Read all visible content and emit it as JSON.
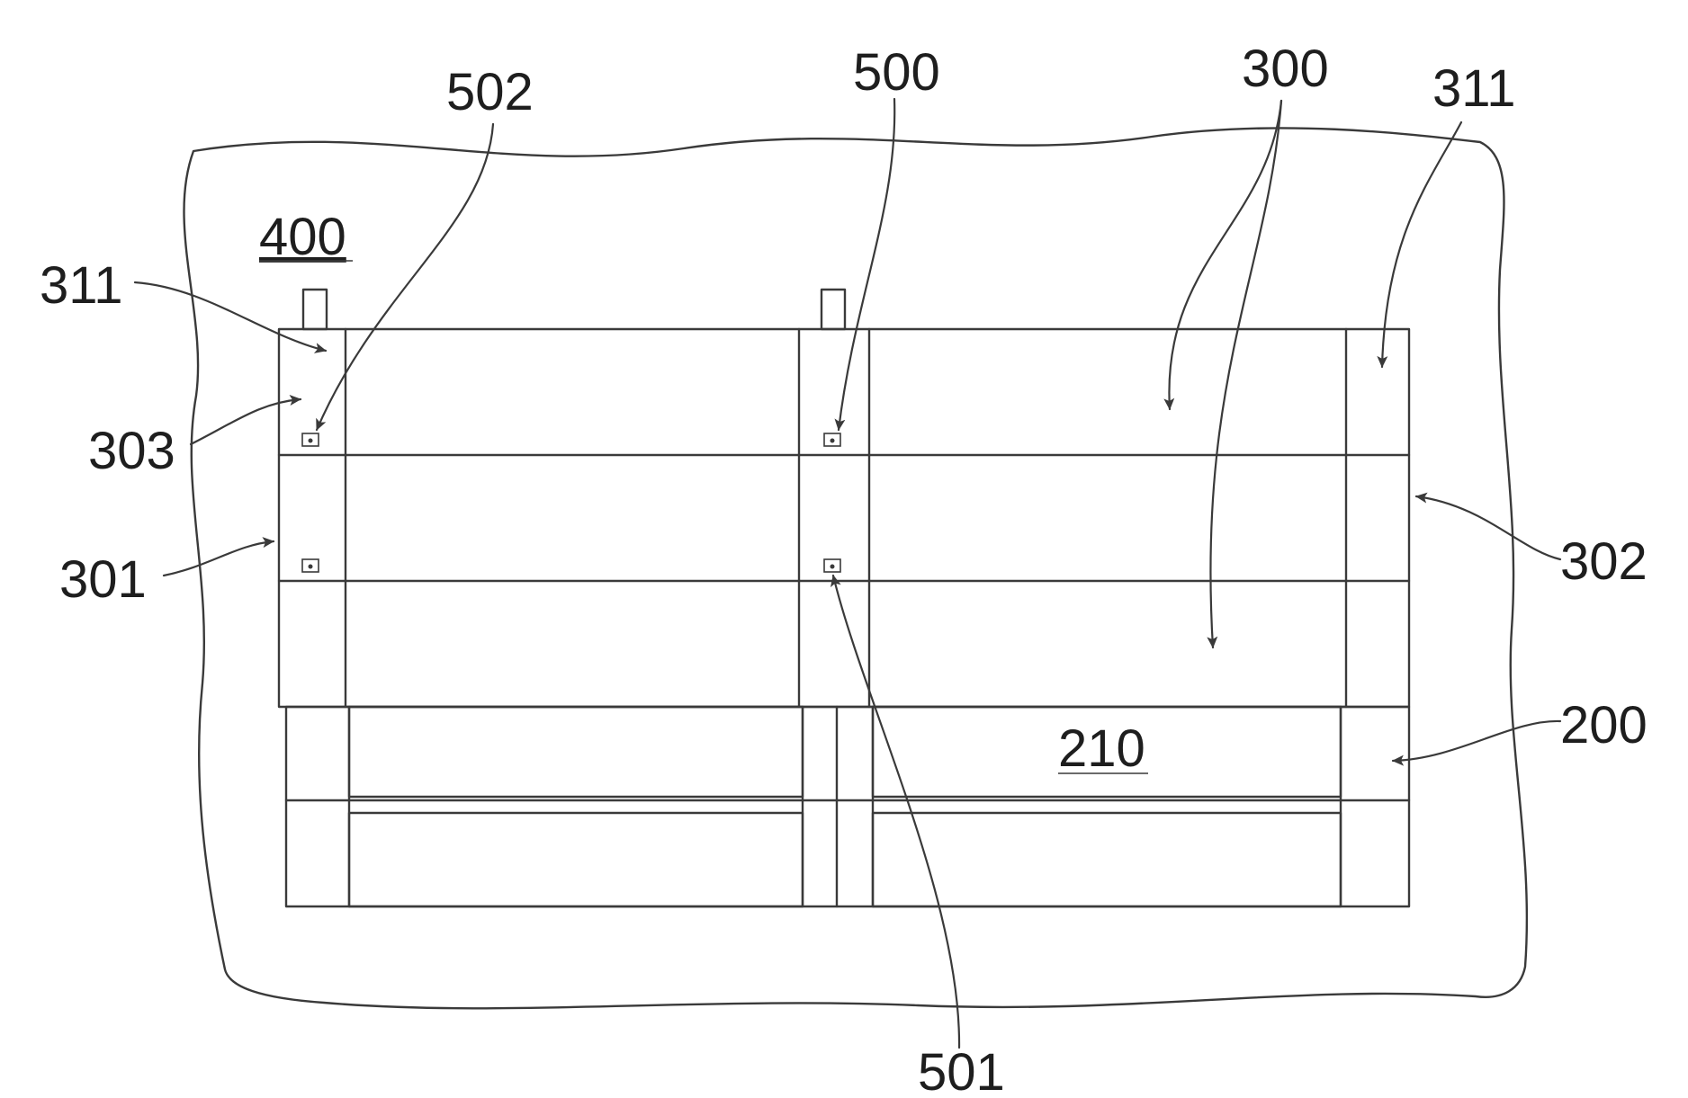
{
  "labels": {
    "l400": "400",
    "l502": "502",
    "l500": "500",
    "l300": "300",
    "l311_right": "311",
    "l311_left": "311",
    "l303": "303",
    "l301": "301",
    "l302": "302",
    "l200": "200",
    "l210": "210",
    "l501": "501"
  },
  "colors": {
    "line": "#3a3a3a",
    "text": "#1e1e1e",
    "background": "#ffffff"
  }
}
